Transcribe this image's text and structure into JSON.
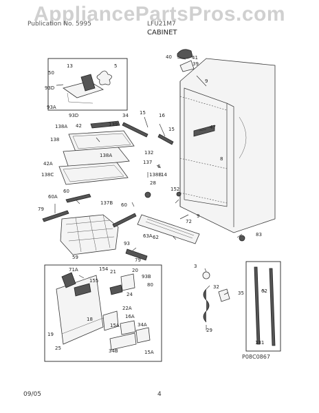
{
  "header": {
    "watermark": "AppliancePartsPros.com",
    "publication": "Publication No. 5995",
    "model": "LFU21M7",
    "section_title": "CABINET"
  },
  "footer": {
    "date": "09/05",
    "page": "4",
    "figure_code": "P08C0867"
  },
  "callouts": [
    "13",
    "5",
    "50",
    "93D",
    "93A",
    "40",
    "41",
    "39",
    "9",
    "34",
    "15",
    "16",
    "15",
    "47",
    "138A",
    "42",
    "139",
    "93D",
    "138",
    "132",
    "137",
    "138A",
    "6",
    "42A",
    "8",
    "138C",
    "138B",
    "14",
    "28",
    "152",
    "60",
    "60A",
    "79",
    "137B",
    "60",
    "72",
    "9",
    "63A",
    "62",
    "83",
    "59",
    "93",
    "79",
    "3",
    "71A",
    "154",
    "21",
    "155",
    "20",
    "93B",
    "80",
    "32",
    "24",
    "35",
    "62",
    "22A",
    "18",
    "16A",
    "34A",
    "15A",
    "29",
    "19",
    "25",
    "34B",
    "15A",
    "131"
  ]
}
